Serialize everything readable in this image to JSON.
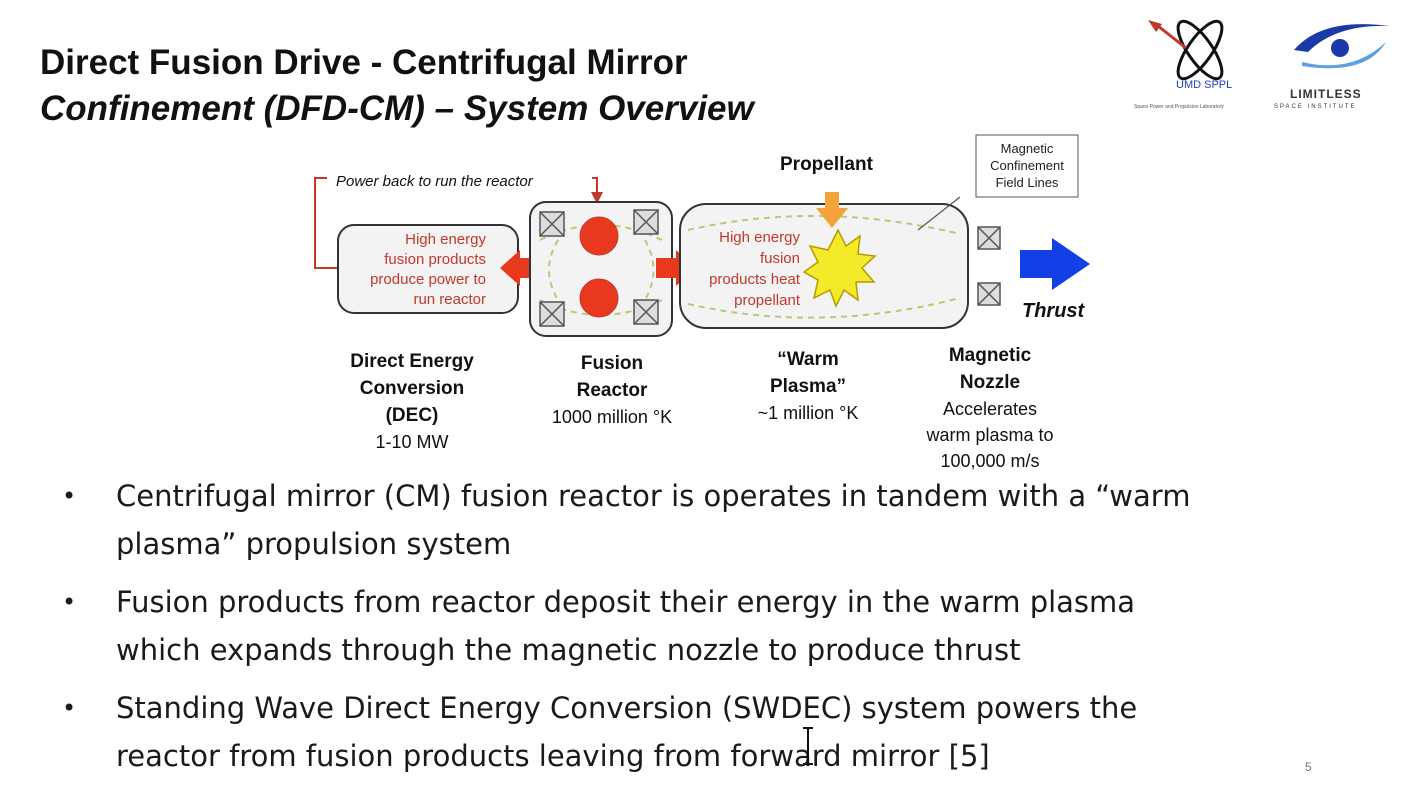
{
  "slide": {
    "title_line1": "Direct Fusion Drive - Centrifugal Mirror",
    "title_line2": "Confinement (DFD-CM) – System Overview",
    "page_number": "5"
  },
  "logos": {
    "umd_text": "UMD SPPL",
    "umd_subtext": "Space Power and Propulsion Laboratory",
    "limitless_text": "LIMITLESS",
    "limitless_subtext": "SPACE INSTITUTE",
    "umd_icon": "atom-rocket-logo",
    "limitless_icon": "swoosh-logo"
  },
  "diagram": {
    "power_back_label": "Power back to run the reactor",
    "propellant_label": "Propellant",
    "mag_confinement_line1": "Magnetic",
    "mag_confinement_line2": "Confinement",
    "mag_confinement_line3": "Field Lines",
    "dec_box_text": [
      "High energy",
      "fusion products",
      "produce power to",
      "run reactor"
    ],
    "plasma_box_text": [
      "High energy",
      "fusion",
      "products heat",
      "propellant"
    ],
    "thrust_label": "Thrust",
    "colors": {
      "arrow_red": "#e8391f",
      "arrow_orange": "#f2a33a",
      "thrust_blue": "#1240e6",
      "text_red": "#c0392b",
      "field_line_green": "#b8c87a",
      "box_fill": "#f3f3f3"
    }
  },
  "components": {
    "dec": {
      "title": [
        "Direct Energy",
        "Conversion",
        "(DEC)"
      ],
      "sub": "1-10 MW"
    },
    "reactor": {
      "title": [
        "Fusion",
        "Reactor"
      ],
      "sub": "1000 million °K"
    },
    "warm": {
      "title": [
        "“Warm",
        "Plasma”"
      ],
      "sub": "~1 million °K"
    },
    "nozzle": {
      "title": [
        "Magnetic",
        "Nozzle"
      ],
      "sub": [
        "Accelerates",
        "warm plasma to",
        "100,000 m/s"
      ]
    }
  },
  "bullets": [
    {
      "line1": "Centrifugal mirror (CM) fusion reactor is operates in tandem with a “warm",
      "line2": "plasma” propulsion system"
    },
    {
      "line1": "Fusion products from reactor deposit their energy in the warm plasma",
      "line2": "which expands through the magnetic nozzle to produce thrust"
    },
    {
      "line1": "Standing Wave Direct Energy Conversion (SWDEC) system powers the",
      "line2": "reactor from fusion products leaving from forward mirror [5]"
    }
  ],
  "bullet_glyph": "•"
}
